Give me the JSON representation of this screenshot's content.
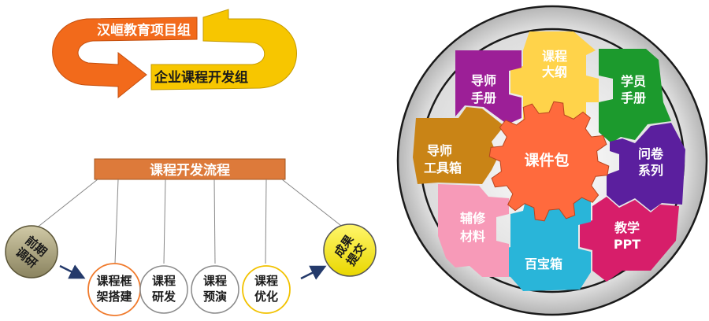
{
  "collab": {
    "top_label": "汉峘教育项目组",
    "bottom_label": "企业课程开发组"
  },
  "process": {
    "title": "课程开发流程",
    "start": [
      "前期",
      "调研"
    ],
    "steps": [
      [
        "课程框",
        "架搭建"
      ],
      [
        "课程",
        "研发"
      ],
      [
        "课程",
        "预演"
      ],
      [
        "课程",
        "优化"
      ]
    ],
    "end": [
      "成果",
      "提交"
    ]
  },
  "package": {
    "center": "课件包",
    "pieces": {
      "outline": [
        "课程",
        "大纲"
      ],
      "student": [
        "学员",
        "手册"
      ],
      "questionnaire": [
        "问卷",
        "系列"
      ],
      "ppt": [
        "教学",
        "PPT"
      ],
      "treasure": [
        "百宝箱"
      ],
      "review": [
        "辅修",
        "材料"
      ],
      "toolkit": [
        "导师",
        "工具箱"
      ],
      "tutor": [
        "导师",
        "手册"
      ]
    }
  },
  "colors": {
    "orange_arrow": "#f26a1b",
    "yellow_arrow": "#f7c600",
    "process_bar": "#dd7a3a",
    "center_gear": "#ff6a3d",
    "outline": "#ffd34a",
    "student": "#1c9a2d",
    "questionnaire": "#5b1f9e",
    "ppt": "#d71e6a",
    "treasure": "#29b5d9",
    "review": "#f79ab8",
    "toolkit": "#c98416",
    "tutor": "#9c1f97"
  }
}
